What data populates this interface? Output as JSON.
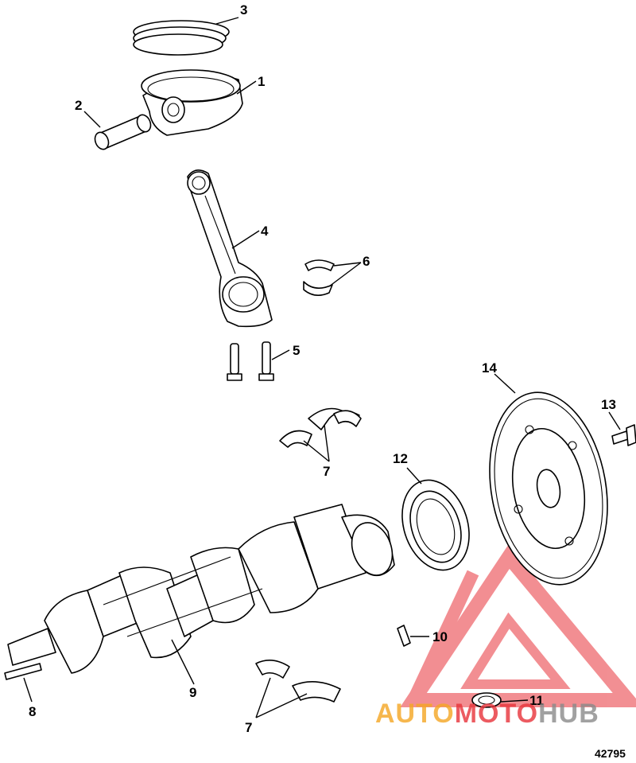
{
  "diagram": {
    "callouts": [
      {
        "id": "c1",
        "label": "1"
      },
      {
        "id": "c2",
        "label": "2"
      },
      {
        "id": "c3",
        "label": "3"
      },
      {
        "id": "c4",
        "label": "4"
      },
      {
        "id": "c5",
        "label": "5"
      },
      {
        "id": "c6",
        "label": "6"
      },
      {
        "id": "c7a",
        "label": "7"
      },
      {
        "id": "c7b",
        "label": "7"
      },
      {
        "id": "c8",
        "label": "8"
      },
      {
        "id": "c9",
        "label": "9"
      },
      {
        "id": "c10",
        "label": "10"
      },
      {
        "id": "c11",
        "label": "11"
      },
      {
        "id": "c12",
        "label": "12"
      },
      {
        "id": "c13",
        "label": "13"
      },
      {
        "id": "c14",
        "label": "14"
      }
    ],
    "reference_number": "42795"
  },
  "watermark": {
    "word_part1": "AUTO",
    "word_part2": "MOTO",
    "word_part3": "HUB",
    "colors": {
      "orange": "#f5a623",
      "red": "#e8333a",
      "gray": "#8a8a8a"
    }
  }
}
